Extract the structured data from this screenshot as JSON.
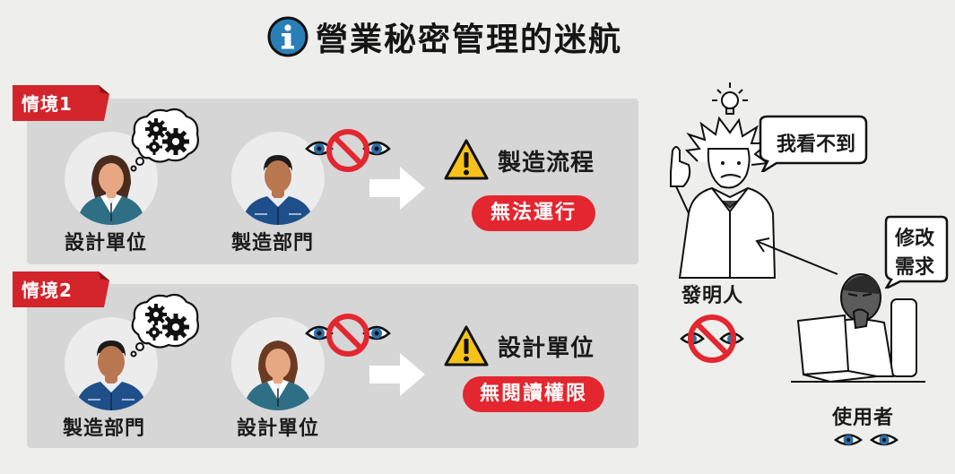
{
  "title": "營業秘密管理的迷航",
  "scenarios": [
    {
      "tag": "情境1",
      "left_role": "設計單位",
      "right_role": "製造部門",
      "outcome_title": "製造流程",
      "outcome_status": "無法運行"
    },
    {
      "tag": "情境2",
      "left_role": "製造部門",
      "right_role": "設計單位",
      "outcome_title": "設計單位",
      "outcome_status": "無閱讀權限"
    }
  ],
  "inventor": {
    "label": "發明人",
    "speech": "我看不到"
  },
  "user": {
    "label": "使用者",
    "speech_line1": "修改",
    "speech_line2": "需求"
  },
  "colors": {
    "accent_red": "#e3262f",
    "warning_yellow": "#f6c21a",
    "panel_gray": "#d6d6d6",
    "blue_uniform": "#1f4f8a",
    "teal_shirt": "#2f6f86"
  }
}
